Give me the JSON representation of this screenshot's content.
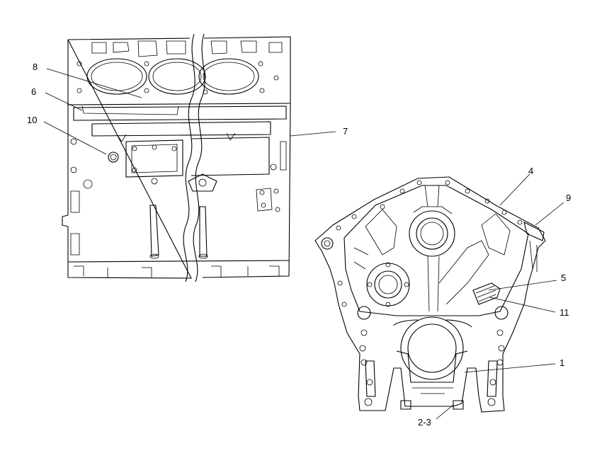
{
  "diagram": {
    "callouts": [
      {
        "id": "8",
        "text": "8"
      },
      {
        "id": "6",
        "text": "6"
      },
      {
        "id": "10",
        "text": "10"
      },
      {
        "id": "7",
        "text": "7"
      },
      {
        "id": "4",
        "text": "4"
      },
      {
        "id": "9",
        "text": "9"
      },
      {
        "id": "5",
        "text": "5"
      },
      {
        "id": "11",
        "text": "11"
      },
      {
        "id": "1",
        "text": "1"
      },
      {
        "id": "2-3",
        "text": "2-3"
      }
    ]
  }
}
